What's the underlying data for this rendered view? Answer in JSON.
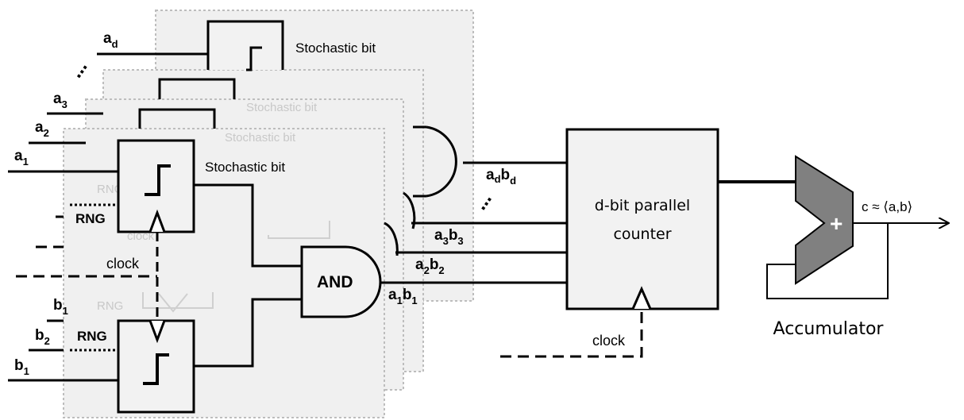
{
  "labels": {
    "stochastic_bit": "Stochastic bit",
    "rng": "RNG",
    "clock": "clock",
    "and": "AND",
    "counter_line1": "d-bit parallel",
    "counter_line2": "counter",
    "accumulator": "Accumulator",
    "plus": "+",
    "output": "c ≈ ⟨a,b⟩",
    "ellipsis": "…"
  },
  "inputs_a": [
    {
      "base": "a",
      "sub": "d"
    },
    {
      "base": "a",
      "sub": "3"
    },
    {
      "base": "a",
      "sub": "2"
    },
    {
      "base": "a",
      "sub": "1"
    }
  ],
  "inputs_b": [
    {
      "base": "b",
      "sub": "1"
    },
    {
      "base": "b",
      "sub": "2"
    },
    {
      "base": "b",
      "sub": "1"
    }
  ],
  "products": [
    {
      "a": "a",
      "as": "d",
      "b": "b",
      "bs": "d"
    },
    {
      "a": "a",
      "as": "3",
      "b": "b",
      "bs": "3"
    },
    {
      "a": "a",
      "as": "2",
      "b": "b",
      "bs": "2"
    },
    {
      "a": "a",
      "as": "1",
      "b": "b",
      "bs": "1"
    }
  ],
  "colors": {
    "panel_fill": "#f0f0f0",
    "panel_border": "#bdbdbd",
    "block_fill": "#f2f2f2",
    "accumulator_fill": "#808080",
    "stroke": "#000000"
  }
}
